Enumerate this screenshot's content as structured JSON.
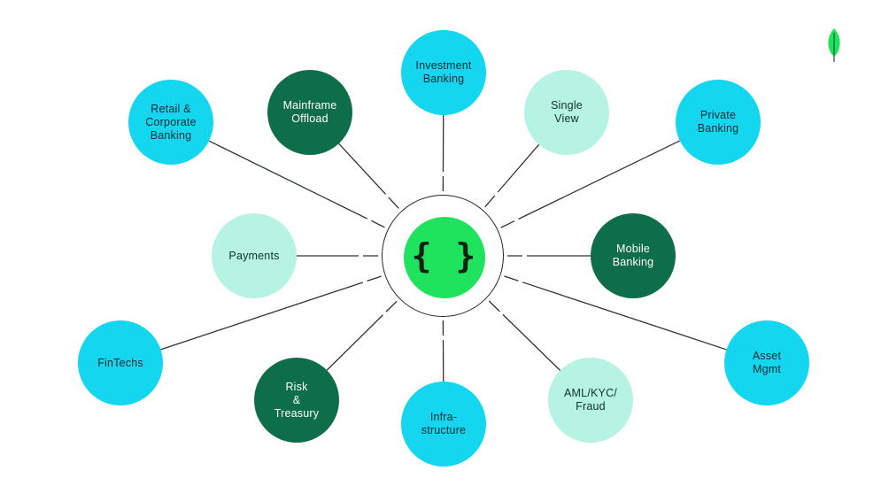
{
  "hub": {
    "symbol": "{ }"
  },
  "colors": {
    "cyan": "#14d6ee",
    "pale": "#b6f3e4",
    "dark": "#0f6e4a",
    "hub_core": "#1fe35d",
    "connector": "#2a3530",
    "logo": "#1fe35d"
  },
  "logo": {
    "icon": "leaf-icon"
  },
  "nodes": [
    {
      "id": "investment-banking",
      "label": "Investment\nBanking",
      "tone": "cyan"
    },
    {
      "id": "single-view",
      "label": "Single\nView",
      "tone": "pale"
    },
    {
      "id": "private-banking",
      "label": "Private\nBanking",
      "tone": "cyan"
    },
    {
      "id": "mobile-banking",
      "label": "Mobile\nBanking",
      "tone": "dark"
    },
    {
      "id": "asset-mgmt",
      "label": "Asset\nMgmt",
      "tone": "cyan"
    },
    {
      "id": "aml-kyc-fraud",
      "label": "AML/KYC/\nFraud",
      "tone": "pale"
    },
    {
      "id": "infrastructure",
      "label": "Infra-\nstructure",
      "tone": "cyan"
    },
    {
      "id": "risk-treasury",
      "label": "Risk\n&\nTreasury",
      "tone": "dark"
    },
    {
      "id": "fintechs",
      "label": "FinTechs",
      "tone": "cyan"
    },
    {
      "id": "payments",
      "label": "Payments",
      "tone": "pale"
    },
    {
      "id": "retail-corporate-banking",
      "label": "Retail &\nCorporate\nBanking",
      "tone": "cyan"
    },
    {
      "id": "mainframe-offload",
      "label": "Mainframe\nOffload",
      "tone": "dark"
    }
  ]
}
